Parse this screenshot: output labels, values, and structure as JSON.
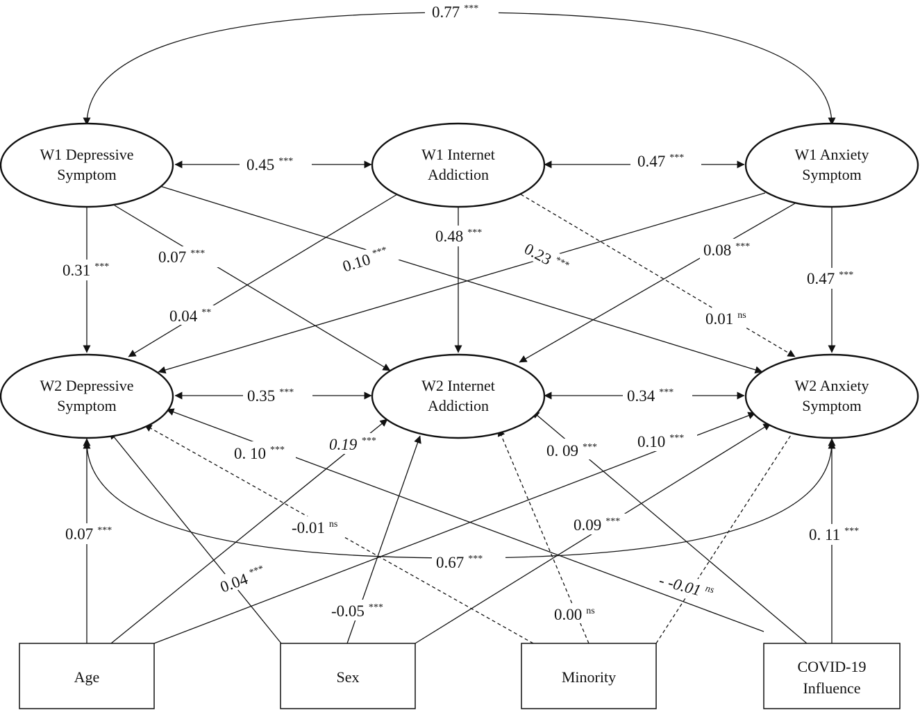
{
  "nodes": {
    "w1_dep": [
      "W1 Depressive",
      "Symptom"
    ],
    "w1_int": [
      "W1 Internet",
      "Addiction"
    ],
    "w1_anx": [
      "W1 Anxiety",
      "Symptom"
    ],
    "w2_dep": [
      "W2 Depressive",
      "Symptom"
    ],
    "w2_int": [
      "W2 Internet",
      "Addiction"
    ],
    "w2_anx": [
      "W2 Anxiety",
      "Symptom"
    ],
    "age": [
      "Age"
    ],
    "sex": [
      "Sex"
    ],
    "minority": [
      "Minority"
    ],
    "covid": [
      "COVID-19",
      "Influence"
    ]
  },
  "edges": {
    "w1dep_w1anx": {
      "value": "0.77",
      "sig": "***"
    },
    "w1dep_w1int": {
      "value": "0.45",
      "sig": "***"
    },
    "w1int_w1anx": {
      "value": "0.47",
      "sig": "***"
    },
    "w1dep_w2dep": {
      "value": "0.31",
      "sig": "***"
    },
    "w1dep_w2int": {
      "value": "0.07",
      "sig": "***"
    },
    "w1dep_w2anx": {
      "value": "0.10",
      "sig": "***"
    },
    "w1int_w2dep": {
      "value": "0.04",
      "sig": "**"
    },
    "w1int_w2int": {
      "value": "0.48",
      "sig": "***"
    },
    "w1int_w2anx": {
      "value": "0.01",
      "sig": "ns"
    },
    "w1anx_w2dep": {
      "value": "0.23",
      "sig": "***"
    },
    "w1anx_w2int": {
      "value": "0.08",
      "sig": "***"
    },
    "w1anx_w2anx": {
      "value": "0.47",
      "sig": "***"
    },
    "w2dep_w2int": {
      "value": "0.35",
      "sig": "***"
    },
    "w2int_w2anx": {
      "value": "0.34",
      "sig": "***"
    },
    "w2dep_w2anx": {
      "value": "0.67",
      "sig": "***"
    },
    "covid_w2dep": {
      "value": "0. 10",
      "sig": "***"
    },
    "age_w2int": {
      "value": "0.19",
      "sig": "***"
    },
    "covid_w2int": {
      "value": "0. 09",
      "sig": "***"
    },
    "age_w2anx": {
      "value": "0.10",
      "sig": "***"
    },
    "age_w2dep": {
      "value": "0.07",
      "sig": "***"
    },
    "minority_w2dep": {
      "value": "-0.01",
      "sig": "ns"
    },
    "sex_w2dep": {
      "value": "0.04",
      "sig": "***"
    },
    "sex_w2anx": {
      "value": "0.09",
      "sig": "***"
    },
    "covid_w2anx": {
      "value": "0. 11",
      "sig": "***"
    },
    "minority_w2anx": {
      "value": "- -0.01",
      "sig": "ns"
    },
    "sex_w2int": {
      "value": "-0.05",
      "sig": "***"
    },
    "minority_w2int": {
      "value": "0.00",
      "sig": "ns"
    }
  }
}
